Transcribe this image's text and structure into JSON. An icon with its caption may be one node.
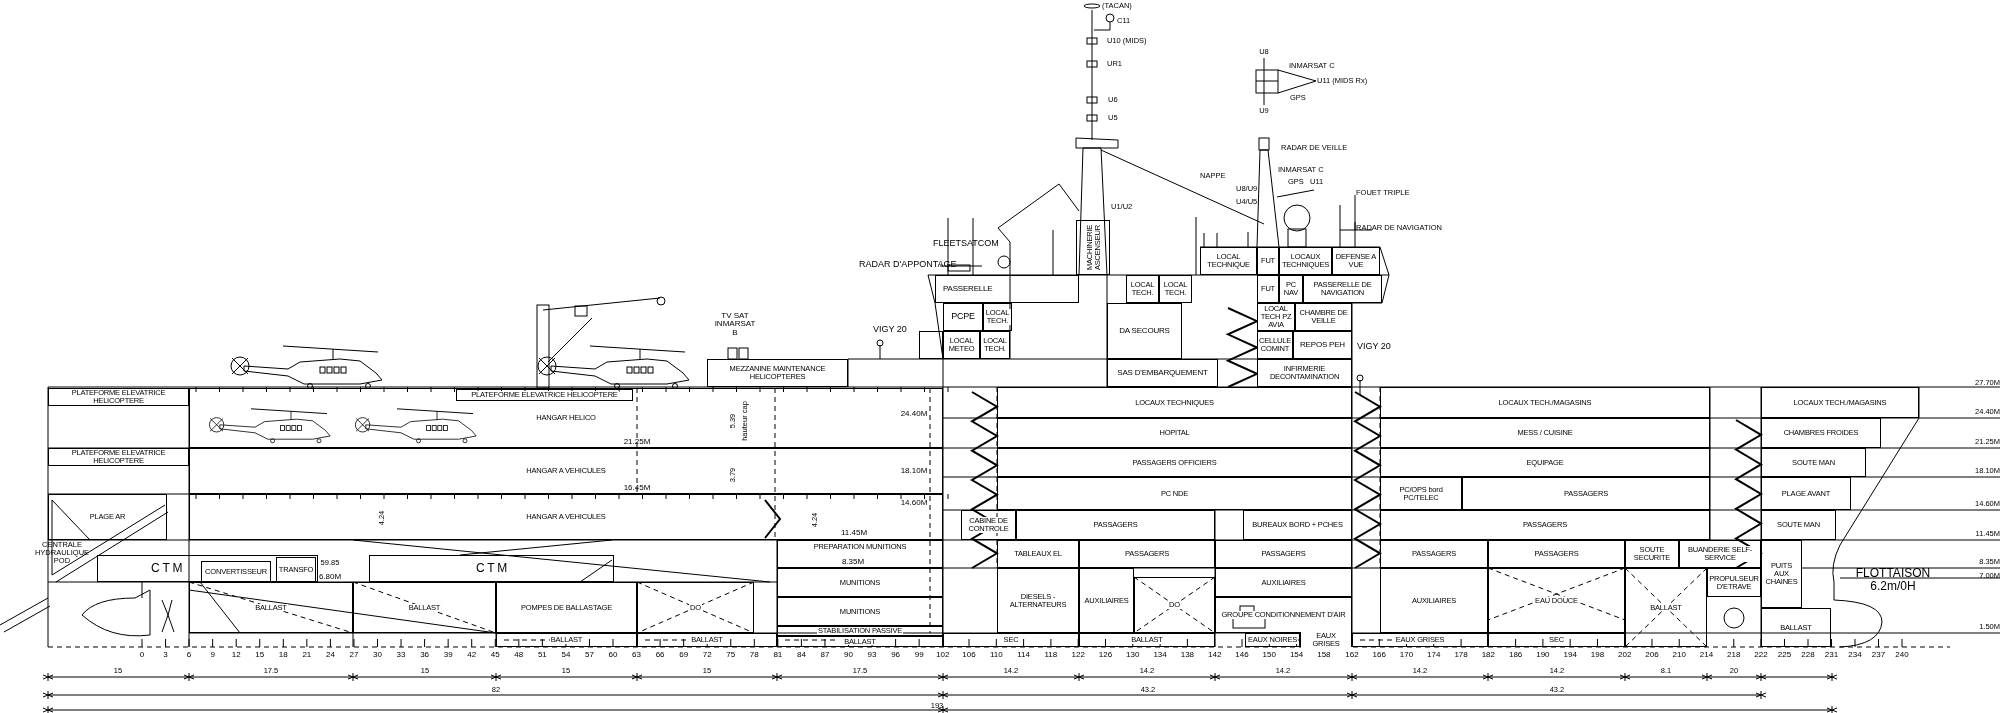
{
  "diagram": {
    "nodes": [
      {
        "text": [
          "MACHINERIE ASCENSEUR"
        ]
      },
      {
        "text": [
          "LOCAL TECHNIQUE"
        ]
      },
      {
        "text": [
          "FUT"
        ]
      },
      {
        "text": [
          "LOCAUX TECHNIQUES"
        ]
      },
      {
        "text": [
          "DEFENSE A VUE"
        ]
      },
      {
        "text": [
          "PASSERELLE"
        ]
      },
      {
        "text": [
          "LOCAL TECH."
        ]
      },
      {
        "text": [
          "LOCAL TECH."
        ]
      },
      {
        "text": [
          "FUT"
        ]
      },
      {
        "text": [
          "PC NAV"
        ]
      },
      {
        "text": [
          "PASSERELLE DE NAVIGATION"
        ]
      },
      {
        "text": [
          "PCPE"
        ]
      },
      {
        "text": [
          "LOCAL TECH."
        ]
      },
      {
        "text": [
          "DA SECOURS"
        ]
      },
      {
        "text": [
          "LOCAL TECH PZ AVIA"
        ]
      },
      {
        "text": [
          "CHAMBRE DE VEILLE"
        ]
      },
      {
        "text": [],
        "shape": "box"
      },
      {
        "text": [
          "LOCAL METEO"
        ]
      },
      {
        "text": [
          "LOCAL TECH."
        ]
      },
      {
        "text": [
          "CELLULE COMINT"
        ]
      },
      {
        "text": [
          "REPOS PEH"
        ]
      },
      {
        "text": [
          "MEZZANINE MAINTENANCE HELICOPTERES"
        ]
      },
      {
        "text": [
          "SAS D'EMBARQUEMENT"
        ]
      },
      {
        "text": [
          "INFIRMERIE DECONTAMINATION"
        ]
      },
      {
        "text": [
          "PLATEFORME ELEVATRICE HELICOPTERE"
        ]
      },
      {
        "text": [
          "HANGAR HELICO"
        ]
      },
      {
        "text": [
          "PLATEFORME ELEVATRICE HELICOPTERE"
        ],
        "in": 25
      },
      {
        "text": [
          "LOCAUX TECHNIQUES"
        ]
      },
      {
        "text": [
          "LOCAUX TECH./MAGASINS"
        ]
      },
      {
        "text": [
          "LOCAUX TECH./MAGASINS"
        ]
      },
      {
        "text": [
          "PLATEFORME ELEVATRICE HELICOPTERE"
        ]
      },
      {
        "text": [
          "HOPITAL"
        ]
      },
      {
        "text": [
          "MESS / CUISINE"
        ]
      },
      {
        "text": [
          "CHAMBRES FROIDES"
        ]
      },
      {
        "text": [
          "HANGAR A VEHICULES"
        ]
      },
      {
        "text": [
          "PASSAGERS OFFICIERS"
        ]
      },
      {
        "text": [
          "EQUIPAGE"
        ]
      },
      {
        "text": [
          "SOUTE MAN"
        ]
      },
      {
        "text": [
          "PLAGE AR"
        ]
      },
      {
        "text": [
          "HANGAR A VEHICULES"
        ]
      },
      {
        "text": [
          "PC NDE"
        ]
      },
      {
        "text": [
          "PC/OPS bord",
          "PC/TELEC"
        ]
      },
      {
        "text": [
          "PASSAGERS"
        ]
      },
      {
        "text": [
          "PLAGE AVANT"
        ]
      },
      {
        "text": [
          "CABINE DE CONTROLE"
        ]
      },
      {
        "text": [
          "PASSAGERS"
        ]
      },
      {
        "text": [
          "BUREAUX BORD + PCHES"
        ]
      },
      {
        "text": [
          "PASSAGERS"
        ]
      },
      {
        "text": [
          "SOUTE MAN"
        ]
      },
      {
        "text": [
          "PREPARATION MUNITIONS"
        ]
      },
      {
        "text": [
          "TABLEAUX EL"
        ]
      },
      {
        "text": [
          "PASSAGERS"
        ]
      },
      {
        "text": [
          "PASSAGERS"
        ]
      },
      {
        "text": [
          "PASSAGERS"
        ]
      },
      {
        "text": [
          "PASSAGERS"
        ]
      },
      {
        "text": [
          "SOUTE SECURITE"
        ]
      },
      {
        "text": [
          "BUANDERIE SELF-SERVICE"
        ]
      },
      {
        "text": [
          "PUITS AUX CHAINES"
        ]
      },
      {
        "text": [
          "C T M"
        ]
      },
      {
        "text": [
          "CONVERTISSEUR"
        ],
        "in": 58
      },
      {
        "text": [
          "TRANSFO"
        ],
        "in": 58
      },
      {
        "text": [
          "C T M"
        ]
      },
      {
        "text": [
          "MUNITIONS"
        ]
      },
      {
        "text": [
          "DIESELS - ALTERNATEURS"
        ]
      },
      {
        "text": [
          "AUXILIAIRES"
        ]
      },
      {
        "text": [
          "DO"
        ]
      },
      {
        "text": [
          "AUXILIAIRES"
        ]
      },
      {
        "text": [
          "AUXILIAIRES"
        ]
      },
      {
        "text": [
          "EAU DOUCE"
        ]
      },
      {
        "text": [
          "BALLAST"
        ]
      },
      {
        "text": [
          "PROPULSEUR D'ETRAVE"
        ]
      },
      {
        "text": [
          "BALLAST"
        ]
      },
      {
        "text": [
          "BALLAST"
        ]
      },
      {
        "text": [
          "POMPES DE BALLASTAGE"
        ]
      },
      {
        "text": [
          "DO"
        ]
      },
      {
        "text": [
          "MUNITIONS"
        ]
      },
      {
        "text": [
          "GROUPE CONDITIONNEMENT D'AIR"
        ]
      },
      {
        "text": [
          "BALLAST"
        ]
      },
      {
        "text": [
          "BALLAST"
        ]
      },
      {
        "text": [
          "BALLAST"
        ]
      },
      {
        "text": [
          "STABILISATION PASSIVE"
        ]
      },
      {
        "text": [
          "BALLAST"
        ]
      },
      {
        "text": [
          "SEC"
        ]
      },
      {
        "text": [
          "BALLAST"
        ]
      },
      {
        "text": [
          "EAUX NOIRES"
        ]
      },
      {
        "text": [
          "EAUX GRISES"
        ]
      },
      {
        "text": [
          "EAUX GRISES"
        ]
      },
      {
        "text": [
          "SEC"
        ]
      }
    ],
    "labels": [
      "(TACAN)",
      "C11",
      "U8",
      "U10 (MIDS)",
      "INMARSAT C",
      "U11 (MIDS Rx)",
      "UR1",
      "GPS",
      "U9",
      "U6",
      "U5",
      "RADAR DE VEILLE",
      "NAPPE",
      "INMARSAT C",
      "U8/U9",
      "GPS",
      "U11",
      "FOUET TRIPLE",
      "U4/U5",
      "U1/U2",
      "RADAR DE NAVIGATION",
      "FLEETSATCOM",
      "RADAR D'APPONTAGE",
      "TV SAT INMARSAT B",
      "VIGY 20",
      "VIGY 20",
      "27.70M",
      "24.40M",
      "24.40M",
      "21.25M",
      "21.25M",
      "5.39",
      "hauteur cap",
      "16.45M",
      "18.10M",
      "18.10M",
      "3.79",
      "14.60M",
      "14.60M",
      "4.24",
      "4.24",
      "CENTRALE HYDRAULIQUE POD",
      "11.45M",
      "11.45M",
      "59.85",
      "8.35M",
      "8.35M",
      "6.80M",
      "7.00M",
      "FLOTTAISON 6.2m/0H",
      "1.50M",
      "0",
      "3",
      "6",
      "9",
      "12",
      "15",
      "18",
      "21",
      "24",
      "27",
      "30",
      "33",
      "36",
      "39",
      "42",
      "45",
      "48",
      "51",
      "54",
      "57",
      "60",
      "63",
      "66",
      "69",
      "72",
      "75",
      "78",
      "81",
      "84",
      "87",
      "90",
      "93",
      "96",
      "99",
      "102",
      "106",
      "110",
      "114",
      "118",
      "122",
      "126",
      "130",
      "134",
      "138",
      "142",
      "146",
      "150",
      "154",
      "158",
      "162",
      "166",
      "170",
      "174",
      "178",
      "182",
      "186",
      "190",
      "194",
      "198",
      "202",
      "206",
      "210",
      "214",
      "218",
      "222",
      "225",
      "228",
      "231",
      "234",
      "237",
      "240",
      "15",
      "17.5",
      "15",
      "15",
      "15",
      "17.5",
      "14.2",
      "14.2",
      "14.2",
      "14.2",
      "14.2",
      "8.1",
      "20",
      "82",
      "43.2",
      "43.2",
      "193"
    ]
  }
}
